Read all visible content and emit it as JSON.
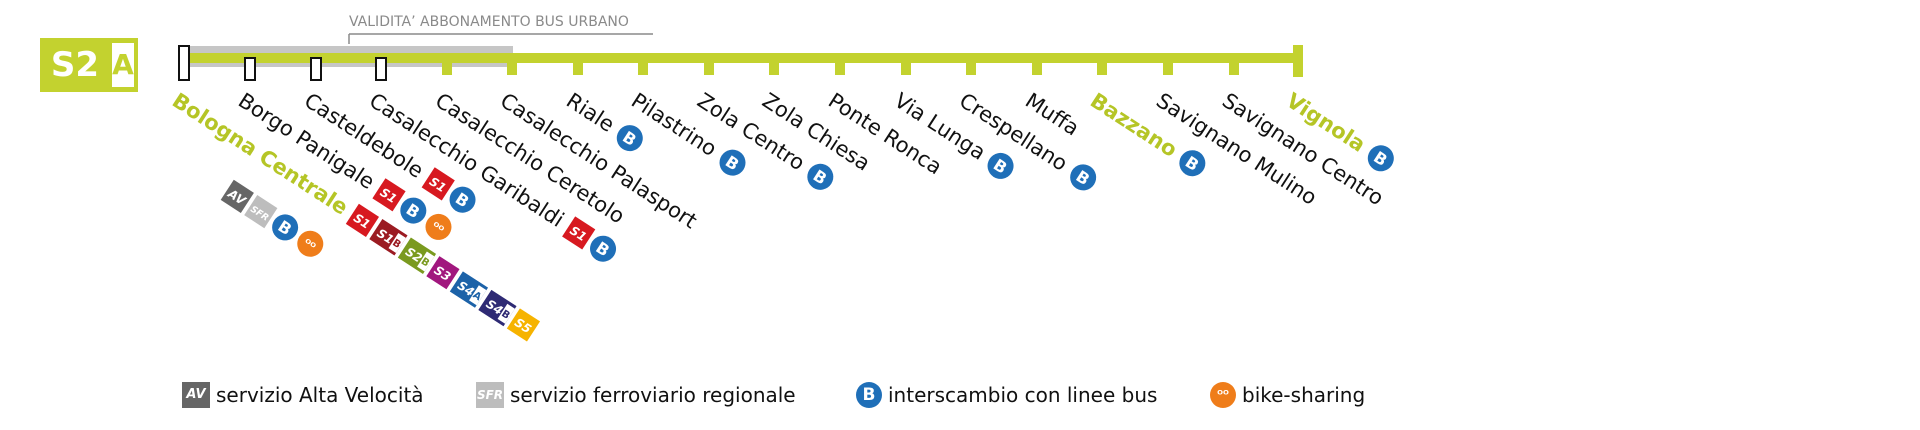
{
  "line": {
    "code": "S2",
    "variant": "A",
    "color": "#c3d22f"
  },
  "validity_label": "VALIDITA’ ABBONAMENTO BUS URBANO",
  "stations": [
    {
      "name": "Bologna Centrale",
      "terminal": true,
      "marker": "open",
      "badges": [
        [
          "S1",
          "S1B",
          "S2B",
          "S3",
          "S4A",
          "S4B",
          "S5"
        ],
        [
          "AV",
          "SFR",
          "B",
          "bike"
        ]
      ]
    },
    {
      "name": "Borgo Panigale",
      "marker": "open",
      "badges": [
        [
          "S1",
          "B",
          "bike"
        ]
      ]
    },
    {
      "name": "Casteldebole",
      "marker": "open",
      "badges": [
        [
          "S1",
          "B"
        ]
      ]
    },
    {
      "name": "Casalecchio Garibaldi",
      "marker": "open",
      "badges": [
        [
          "S1",
          "B"
        ]
      ]
    },
    {
      "name": "Casalecchio Ceretolo",
      "marker": "tick",
      "badges": []
    },
    {
      "name": "Casalecchio Palasport",
      "marker": "tick",
      "badges": []
    },
    {
      "name": "Riale",
      "marker": "tick",
      "badges": [
        [
          "B"
        ]
      ]
    },
    {
      "name": "Pilastrino",
      "marker": "tick",
      "badges": [
        [
          "B"
        ]
      ]
    },
    {
      "name": "Zola Centro",
      "marker": "tick",
      "badges": [
        [
          "B"
        ]
      ]
    },
    {
      "name": "Zola Chiesa",
      "marker": "tick",
      "badges": []
    },
    {
      "name": "Ponte Ronca",
      "marker": "tick",
      "badges": []
    },
    {
      "name": "Via Lunga",
      "marker": "tick",
      "badges": [
        [
          "B"
        ]
      ]
    },
    {
      "name": "Crespellano",
      "marker": "tick",
      "badges": [
        [
          "B"
        ]
      ]
    },
    {
      "name": "Muffa",
      "marker": "tick",
      "badges": []
    },
    {
      "name": "Bazzano",
      "terminal": true,
      "marker": "tick",
      "badges": [
        [
          "B"
        ]
      ]
    },
    {
      "name": "Savignano Mulino",
      "marker": "tick",
      "badges": []
    },
    {
      "name": "Savignano Centro",
      "marker": "tick",
      "badges": []
    },
    {
      "name": "Vignola",
      "terminal": true,
      "marker": "end",
      "badges": [
        [
          "B"
        ]
      ]
    }
  ],
  "badge_styles": {
    "S1": {
      "text": "S1",
      "sub": "",
      "color": "#d71920"
    },
    "S1B": {
      "text": "S1",
      "sub": "B",
      "color": "#9b1b22"
    },
    "S2B": {
      "text": "S2",
      "sub": "B",
      "color": "#7a9a1f"
    },
    "S3": {
      "text": "S3",
      "sub": "",
      "color": "#a1177e"
    },
    "S4A": {
      "text": "S4",
      "sub": "A",
      "color": "#1c62a8"
    },
    "S4B": {
      "text": "S4",
      "sub": "B",
      "color": "#2e2a74"
    },
    "S5": {
      "text": "S5",
      "sub": "",
      "color": "#f6b300"
    },
    "AV": {
      "text": "AV",
      "sub": "",
      "color": "#666666"
    },
    "SFR": {
      "text": "SFR",
      "sub": "",
      "color": "#bdbdbd"
    },
    "B": {
      "text": "B",
      "sub": "",
      "color": "#1f6fb8"
    },
    "bike": {
      "text": "ᴼᴼ",
      "sub": "",
      "color": "#ef7d1a"
    }
  },
  "legend": [
    {
      "key": "AV",
      "symbol": "AV",
      "label": "servizio Alta Velocità"
    },
    {
      "key": "SFR",
      "symbol": "SFR",
      "label": "servizio ferroviario regionale"
    },
    {
      "key": "bus",
      "symbol": "B",
      "label": "interscambio con linee bus"
    },
    {
      "key": "bike",
      "symbol": "ᴼᴼ",
      "label": "bike-sharing"
    }
  ]
}
